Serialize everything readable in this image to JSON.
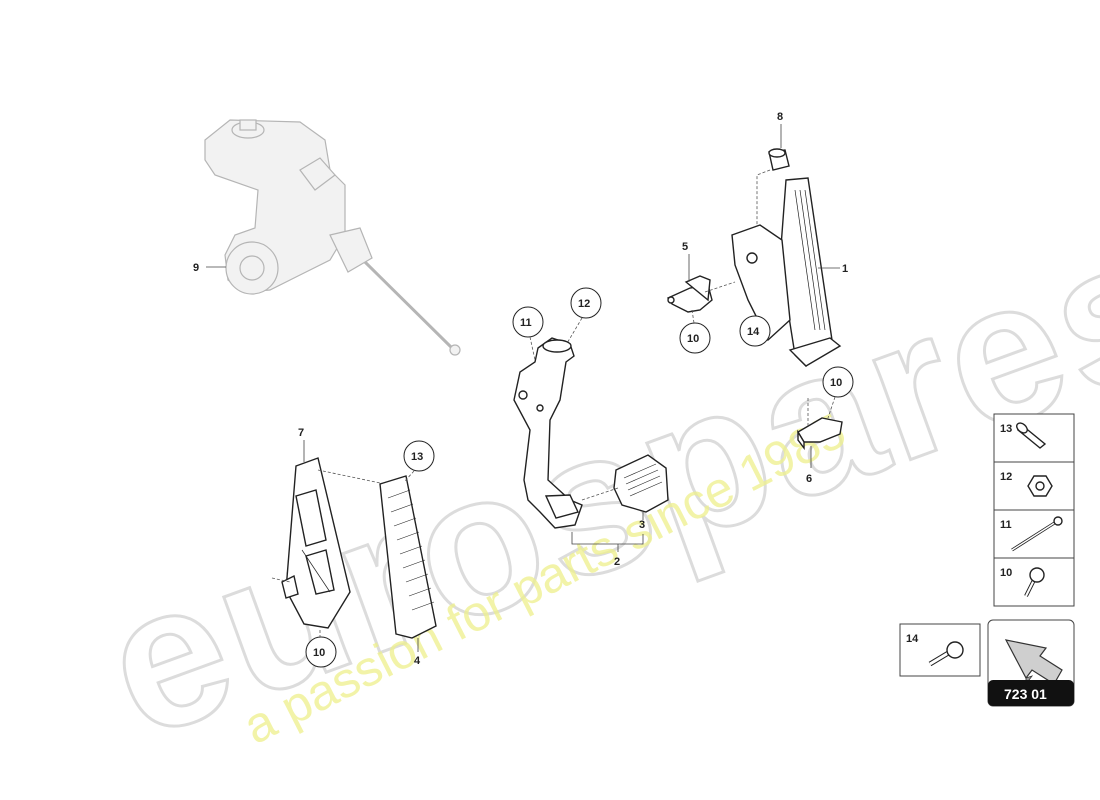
{
  "watermark": {
    "brand": "eurospares",
    "tagline": "a passion for parts since 1985"
  },
  "callouts": {
    "c1": "1",
    "c2": "2",
    "c3": "3",
    "c4": "4",
    "c5": "5",
    "c6": "6",
    "c7": "7",
    "c8": "8",
    "c9": "9",
    "c10a": "10",
    "c10b": "10",
    "c10c": "10",
    "c11": "11",
    "c12": "12",
    "c13": "13",
    "c14": "14"
  },
  "legend": {
    "l13": "13",
    "l12": "12",
    "l11": "11",
    "l10": "10",
    "l14": "14"
  },
  "reference": "723 01"
}
